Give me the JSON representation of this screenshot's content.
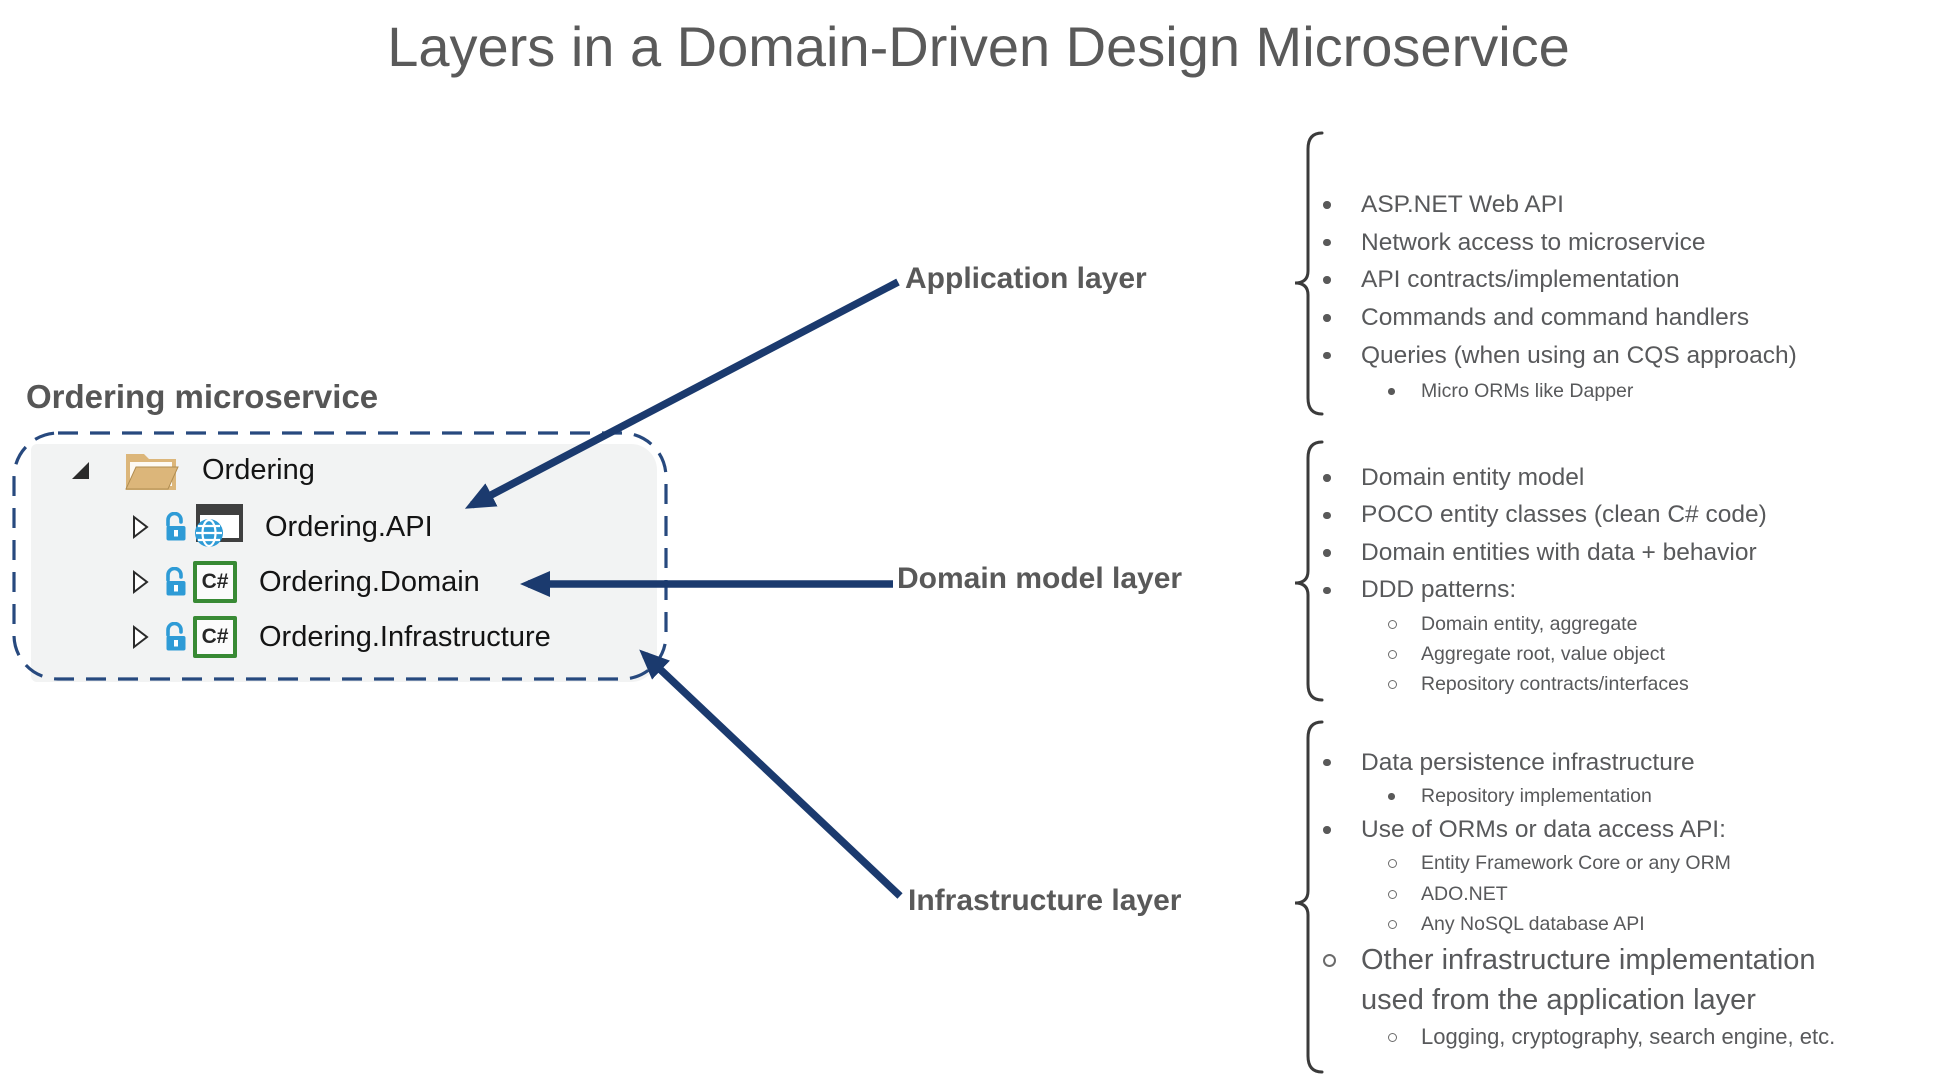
{
  "title": "Layers in a Domain-Driven Design Microservice",
  "solution": {
    "heading": "Ordering microservice",
    "items": [
      {
        "label": "Ordering"
      },
      {
        "label": "Ordering.API"
      },
      {
        "label": "Ordering.Domain"
      },
      {
        "label": "Ordering.Infrastructure"
      }
    ]
  },
  "icons": {
    "csharp_label": "C#"
  },
  "layers": {
    "application": {
      "label": "Application layer",
      "items": [
        "ASP.NET Web API",
        "Network access to microservice",
        "API contracts/implementation",
        "Commands and command handlers",
        "Queries (when using an CQS approach)",
        "Micro ORMs like Dapper"
      ]
    },
    "domain": {
      "label": "Domain model layer",
      "items": [
        "Domain entity model",
        "POCO entity classes (clean C# code)",
        "Domain entities with data + behavior",
        "DDD patterns:",
        "Domain entity, aggregate",
        "Aggregate root, value object",
        "Repository contracts/interfaces"
      ]
    },
    "infrastructure": {
      "label": "Infrastructure layer",
      "items": [
        "Data persistence infrastructure",
        "Repository implementation",
        "Use of ORMs or data access API:",
        "Entity Framework Core or any ORM",
        "ADO.NET",
        "Any NoSQL database API",
        "Other infrastructure implementation used from the application layer",
        "Logging, cryptography, search engine, etc."
      ]
    }
  },
  "colors": {
    "arrow_navy": "#1b3a6e",
    "dashed_border": "#27497e",
    "heading_gray": "#595959",
    "tree_panel": "#f2f3f3",
    "folder_tan": "#dcb67a",
    "lock_blue": "#2e9bd6",
    "csharp_green": "#388a34",
    "brace_gray": "#3b3b3b"
  }
}
